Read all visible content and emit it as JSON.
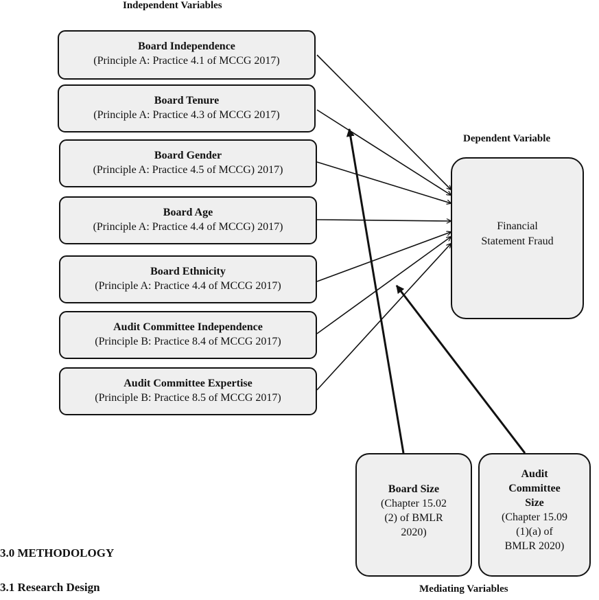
{
  "headings": {
    "independent": "Independent Variables",
    "dependent": "Dependent Variable",
    "mediating": "Mediating Variables"
  },
  "independent_variables": [
    {
      "title": "Board Independence",
      "subtitle": "(Principle A: Practice 4.1 of MCCG 2017)"
    },
    {
      "title": "Board Tenure",
      "subtitle": "(Principle A: Practice 4.3 of MCCG 2017)"
    },
    {
      "title": "Board Gender",
      "subtitle": "(Principle A: Practice 4.5 of MCCG) 2017)"
    },
    {
      "title": "Board Age",
      "subtitle": "(Principle A: Practice 4.4 of MCCG) 2017)"
    },
    {
      "title": "Board Ethnicity",
      "subtitle": "(Principle A: Practice 4.4 of MCCG 2017)"
    },
    {
      "title": "Audit Committee Independence",
      "subtitle": "(Principle B: Practice 8.4 of MCCG 2017)"
    },
    {
      "title": "Audit Committee Expertise",
      "subtitle": "(Principle B: Practice 8.5 of MCCG 2017)"
    }
  ],
  "dependent_variable": {
    "line1": "Financial",
    "line2": "Statement Fraud"
  },
  "mediating_variables": [
    {
      "title_lines": [
        "Board Size"
      ],
      "detail_lines": [
        "(Chapter 15.02",
        "(2) of BMLR",
        "2020)"
      ]
    },
    {
      "title_lines": [
        "Audit",
        "Committee",
        "Size"
      ],
      "detail_lines": [
        "(Chapter 15.09",
        "(1)(a) of",
        "BMLR 2020)"
      ]
    }
  ],
  "sections": {
    "methodology": "3.0 METHODOLOGY",
    "research_design": "3.1 Research Design"
  }
}
